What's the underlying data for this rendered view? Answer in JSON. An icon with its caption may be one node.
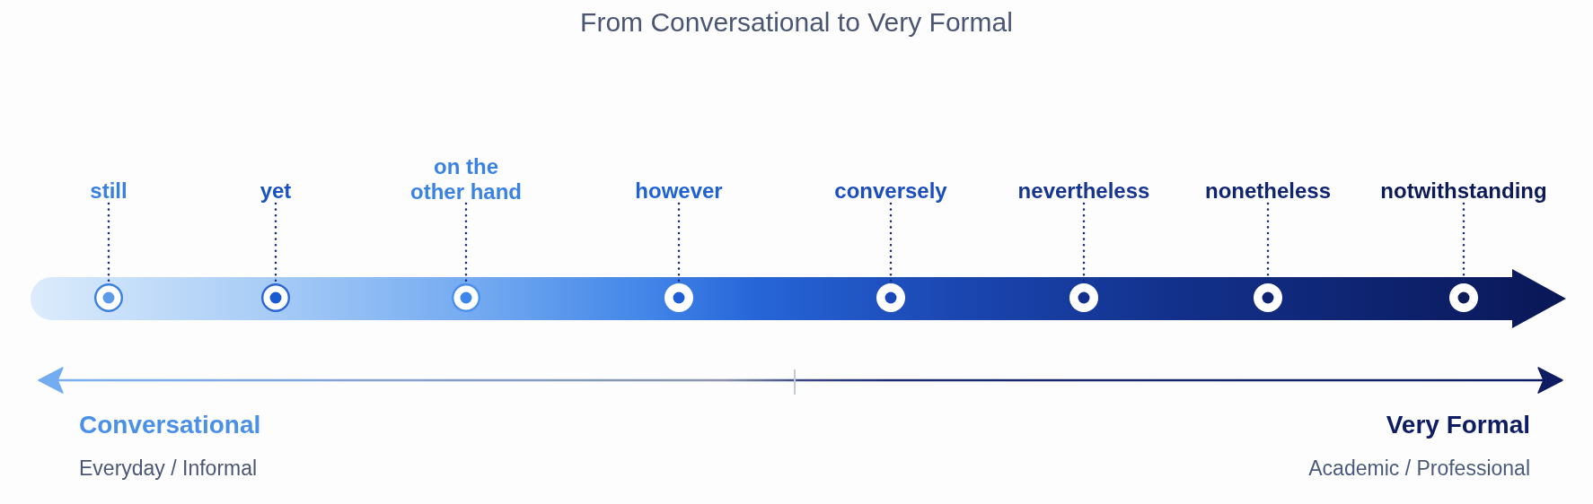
{
  "diagram": {
    "title": "From Conversational to Very Formal",
    "nodes": [
      {
        "text": [
          "still"
        ]
      },
      {
        "text": [
          "yet"
        ]
      },
      {
        "text": [
          "on the other hand"
        ]
      },
      {
        "text": [
          "however"
        ]
      },
      {
        "text": [
          "conversely"
        ]
      },
      {
        "text": [
          "nevertheless"
        ]
      },
      {
        "text": [
          "nonetheless"
        ]
      },
      {
        "text": [
          "notwithstanding"
        ]
      },
      {
        "text": [],
        "shape": "circle"
      },
      {
        "text": [],
        "shape": "circle"
      },
      {
        "text": [],
        "shape": "circle"
      },
      {
        "text": [],
        "shape": "circle"
      },
      {
        "text": [],
        "shape": "circle"
      },
      {
        "text": [],
        "shape": "circle"
      },
      {
        "text": [],
        "shape": "circle"
      },
      {
        "text": [],
        "shape": "circle"
      }
    ],
    "edges": [
      {
        "from": 0,
        "to": 8,
        "arrow": "none",
        "style": "dashed"
      },
      {
        "from": 1,
        "to": 9,
        "arrow": "none",
        "style": "dashed"
      },
      {
        "from": 2,
        "to": 10,
        "arrow": "none",
        "style": "dashed"
      },
      {
        "from": 3,
        "to": 11,
        "arrow": "none",
        "style": "dashed"
      },
      {
        "from": 4,
        "to": 12,
        "arrow": "none",
        "style": "dashed"
      },
      {
        "from": 5,
        "to": 13,
        "arrow": "none",
        "style": "dashed"
      },
      {
        "from": 6,
        "to": 14,
        "arrow": "none",
        "style": "dashed"
      },
      {
        "from": 7,
        "to": 15,
        "arrow": "none",
        "style": "dashed"
      }
    ],
    "labels": [
      "Conversational",
      "Everyday / Informal",
      "Very Formal",
      "Academic / Professional"
    ]
  }
}
